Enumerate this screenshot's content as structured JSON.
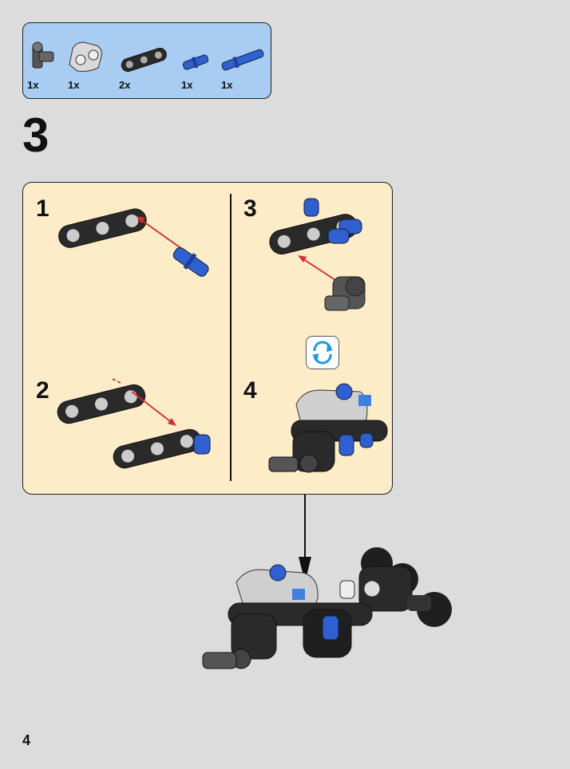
{
  "parts": [
    {
      "qty": "1x",
      "icon": "gray-axle-connector-icon"
    },
    {
      "qty": "1x",
      "icon": "light-gray-double-connector-icon"
    },
    {
      "qty": "2x",
      "icon": "black-beam-3-icon"
    },
    {
      "qty": "1x",
      "icon": "blue-pin-short-icon"
    },
    {
      "qty": "1x",
      "icon": "blue-pin-long-icon"
    }
  ],
  "step": "3",
  "substeps": [
    "1",
    "2",
    "3",
    "4"
  ],
  "page_number": "4",
  "colors": {
    "parts_bg": "#a9cdf2",
    "panel_bg": "#fdecc8",
    "arrow": "#d22b2b",
    "blue": "#2454c8",
    "black": "#1f1f1f",
    "gray": "#bfbfbf",
    "rotate": "#1a9be0"
  }
}
